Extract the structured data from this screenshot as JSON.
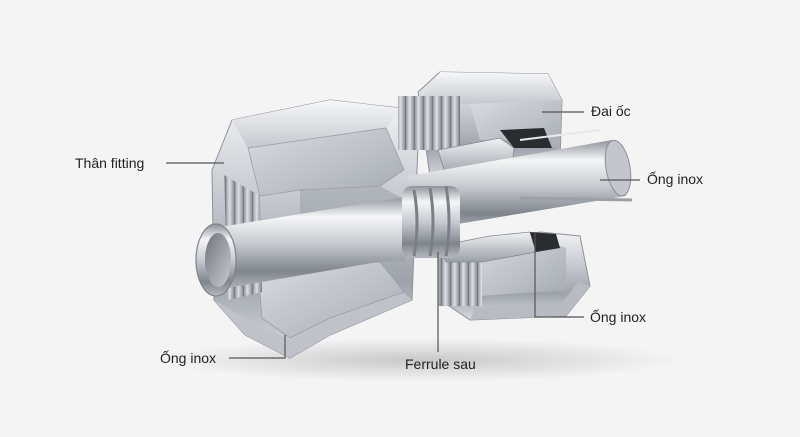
{
  "labels": {
    "nut": "Đai ốc",
    "body": "Thân fitting",
    "tube_right": "Ống inox",
    "tube_lower_right": "Ống inox",
    "tube_left": "Ống inox",
    "back_ferrule": "Ferrule sau"
  },
  "colors": {
    "background": "#f4f4f5",
    "leader_line": "#555555",
    "label_text": "#222222",
    "metal_light": "#e4e6ea",
    "metal_mid": "#b9bdc4",
    "metal_dark": "#7d828a"
  }
}
